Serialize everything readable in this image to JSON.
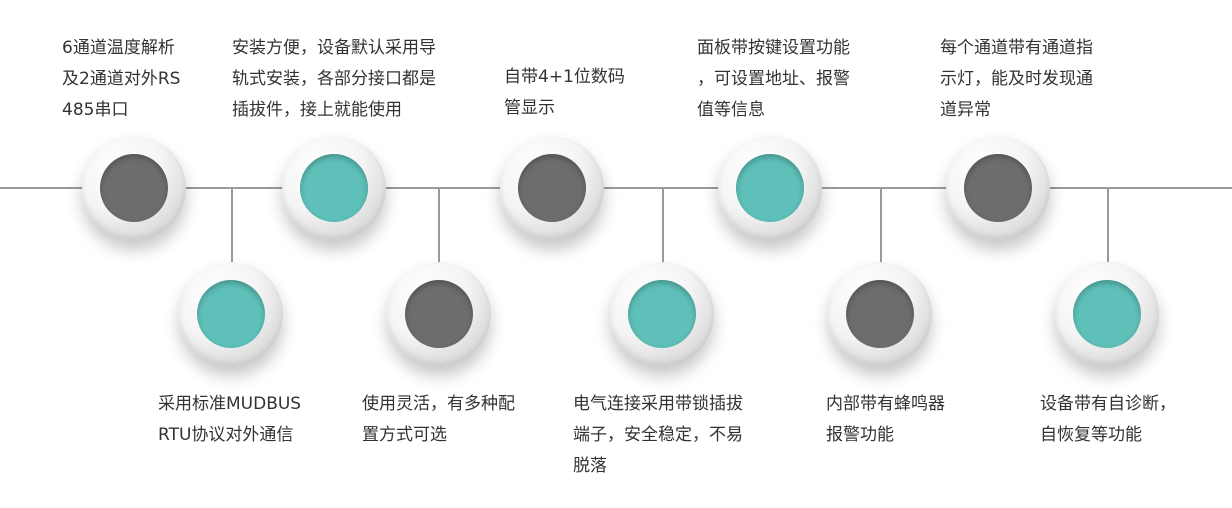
{
  "features": [
    {
      "id": "f1",
      "lines": [
        "6通道温度解析",
        "及2通道对外RS",
        "485串口"
      ],
      "dot": "gray"
    },
    {
      "id": "f2",
      "lines": [
        "采用标准MUDBUS",
        "RTU协议对外通信"
      ],
      "dot": "teal"
    },
    {
      "id": "f3",
      "lines": [
        "安装方便，设备默认采用导",
        "轨式安装，各部分接口都是",
        "插拔件，接上就能使用"
      ],
      "dot": "teal"
    },
    {
      "id": "f4",
      "lines": [
        "使用灵活，有多种配",
        "置方式可选"
      ],
      "dot": "gray"
    },
    {
      "id": "f5",
      "lines": [
        "自带4+1位数码",
        "管显示"
      ],
      "dot": "gray"
    },
    {
      "id": "f6",
      "lines": [
        "电气连接采用带锁插拔",
        "端子，安全稳定，不易",
        "脱落"
      ],
      "dot": "teal"
    },
    {
      "id": "f7",
      "lines": [
        "面板带按键设置功能",
        "，可设置地址、报警",
        "值等信息"
      ],
      "dot": "teal"
    },
    {
      "id": "f8",
      "lines": [
        "内部带有蜂鸣器",
        "报警功能"
      ],
      "dot": "gray"
    },
    {
      "id": "f9",
      "lines": [
        "每个通道带有通道指",
        "示灯，能及时发现通",
        "道异常"
      ],
      "dot": "gray"
    },
    {
      "id": "f10",
      "lines": [
        "设备带有自诊断，",
        "自恢复等功能"
      ],
      "dot": "teal"
    }
  ],
  "colors": {
    "gray": "#6d6d6d",
    "teal": "#5ec0b9",
    "line": "#9a9a9a",
    "text": "#333333"
  }
}
